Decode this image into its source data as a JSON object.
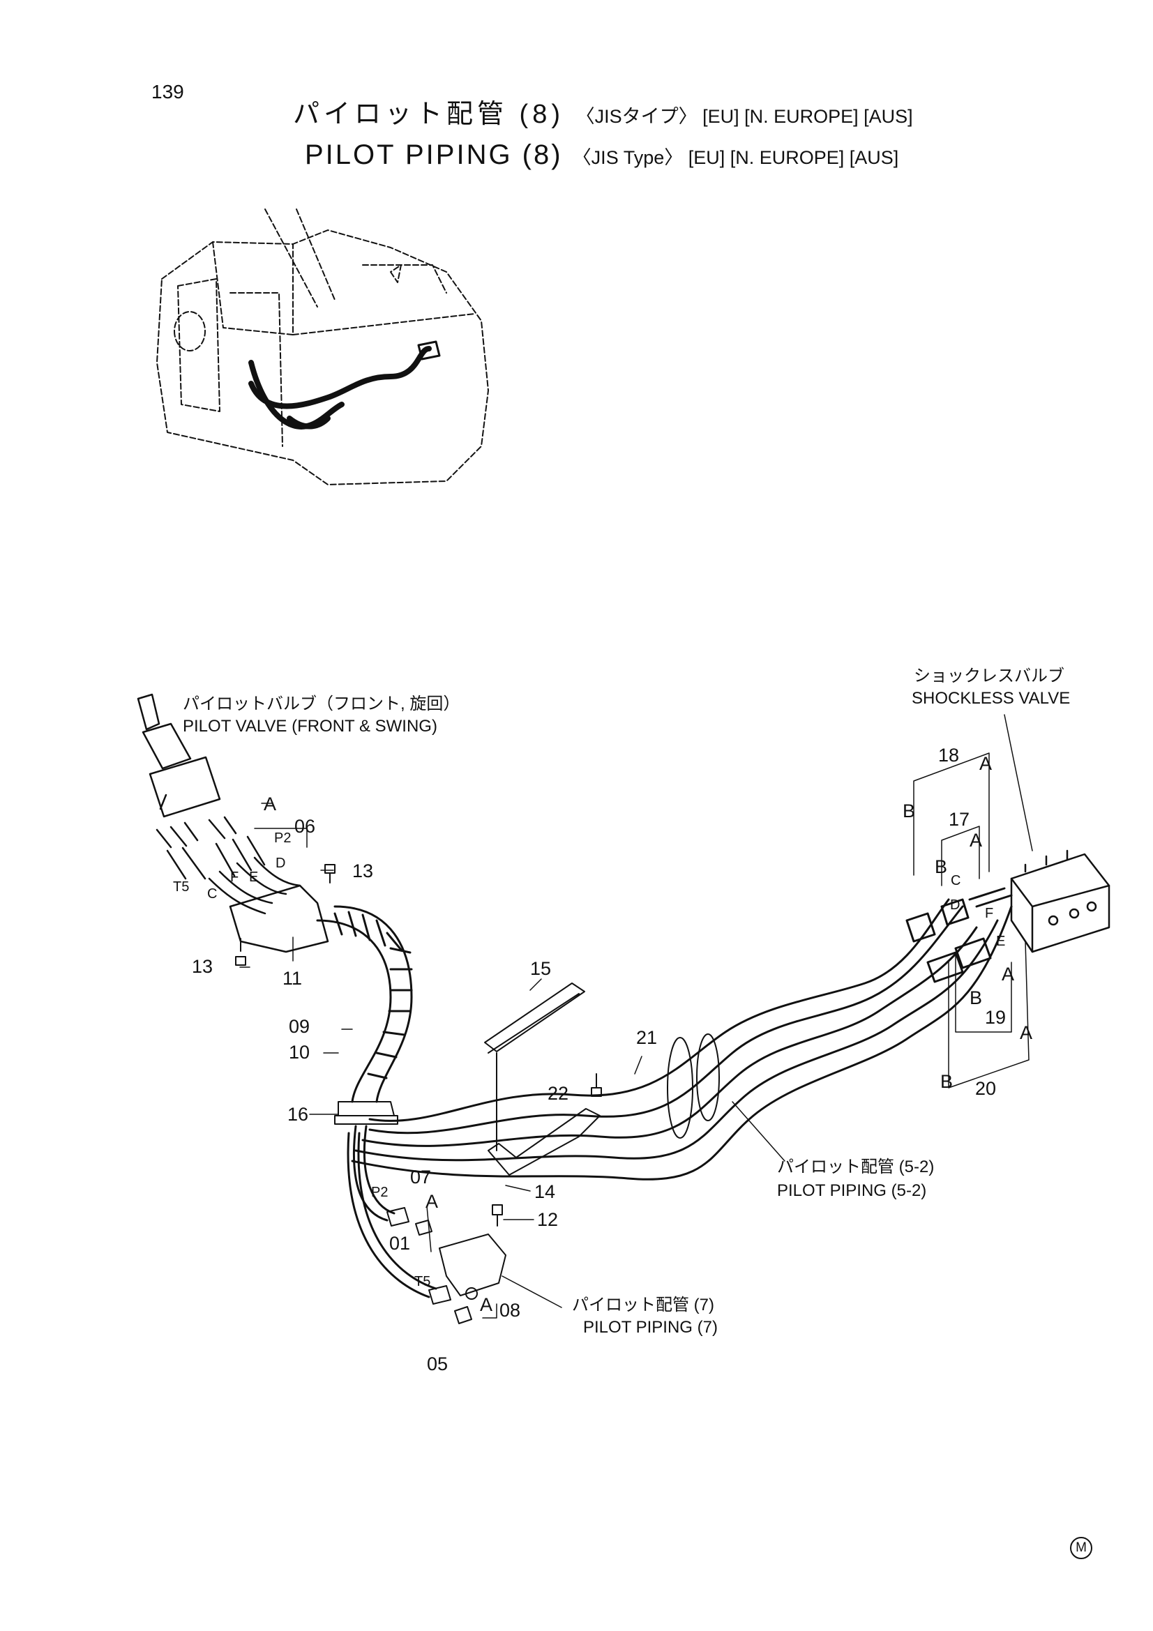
{
  "page_number": "139",
  "title": {
    "jp_main": "パイロット配管 (8)",
    "jp_sub": "〈JISタイプ〉 [EU] [N. EUROPE] [AUS]",
    "en_main": "PILOT  PIPING  (8)",
    "en_sub": "〈JIS Type〉 [EU] [N. EUROPE] [AUS]"
  },
  "components": {
    "pilot_valve_jp": "パイロットバルブ（フロント, 旋回）",
    "pilot_valve_en": "PILOT VALVE (FRONT & SWING)",
    "shockless_valve_jp": "ショックレスバルブ",
    "shockless_valve_en": "SHOCKLESS  VALVE",
    "pilot_piping_52_jp": "パイロット配管 (5-2)",
    "pilot_piping_52_en": "PILOT  PIPING  (5-2)",
    "pilot_piping_7_jp": "パイロット配管  (7)",
    "pilot_piping_7_en": "PILOT  PIPING  (7)"
  },
  "part_callouts": [
    "01",
    "05",
    "06",
    "07",
    "08",
    "09",
    "10",
    "11",
    "12",
    "13",
    "13",
    "14",
    "15",
    "16",
    "17",
    "18",
    "19",
    "20",
    "21",
    "22"
  ],
  "port_labels": [
    "P2",
    "T5",
    "C",
    "D",
    "E",
    "F",
    "P2",
    "T5",
    "C",
    "D",
    "E",
    "F"
  ],
  "letter_labels": [
    "A",
    "A",
    "A",
    "A",
    "A",
    "A",
    "A",
    "B",
    "B",
    "B",
    "B"
  ],
  "corner_mark": "M"
}
